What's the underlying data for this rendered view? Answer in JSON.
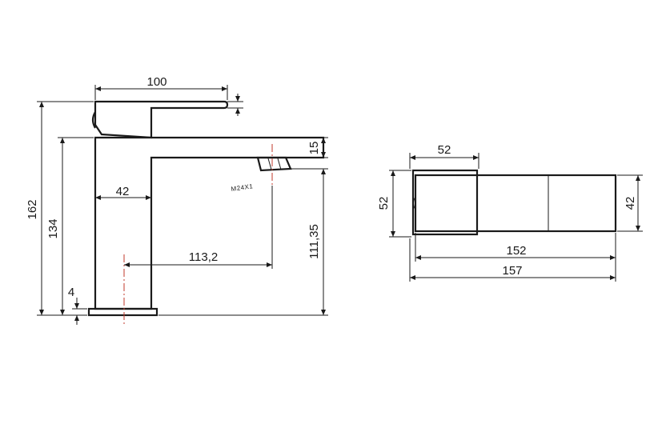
{
  "side_view": {
    "dims": {
      "overall_width": "100",
      "handle_offset": "15",
      "total_height": "162",
      "spout_height": "134",
      "body_width": "42",
      "spout_reach": "113,2",
      "outlet_height": "111,35",
      "base_thickness": "4",
      "thread": "M24X1"
    }
  },
  "top_view": {
    "dims": {
      "handle_width": "52",
      "handle_depth": "52",
      "body_depth": "42",
      "body_length": "152",
      "overall_length": "157"
    }
  },
  "colors": {
    "line": "#1a1a1a",
    "center_axis": "#c0392b"
  }
}
